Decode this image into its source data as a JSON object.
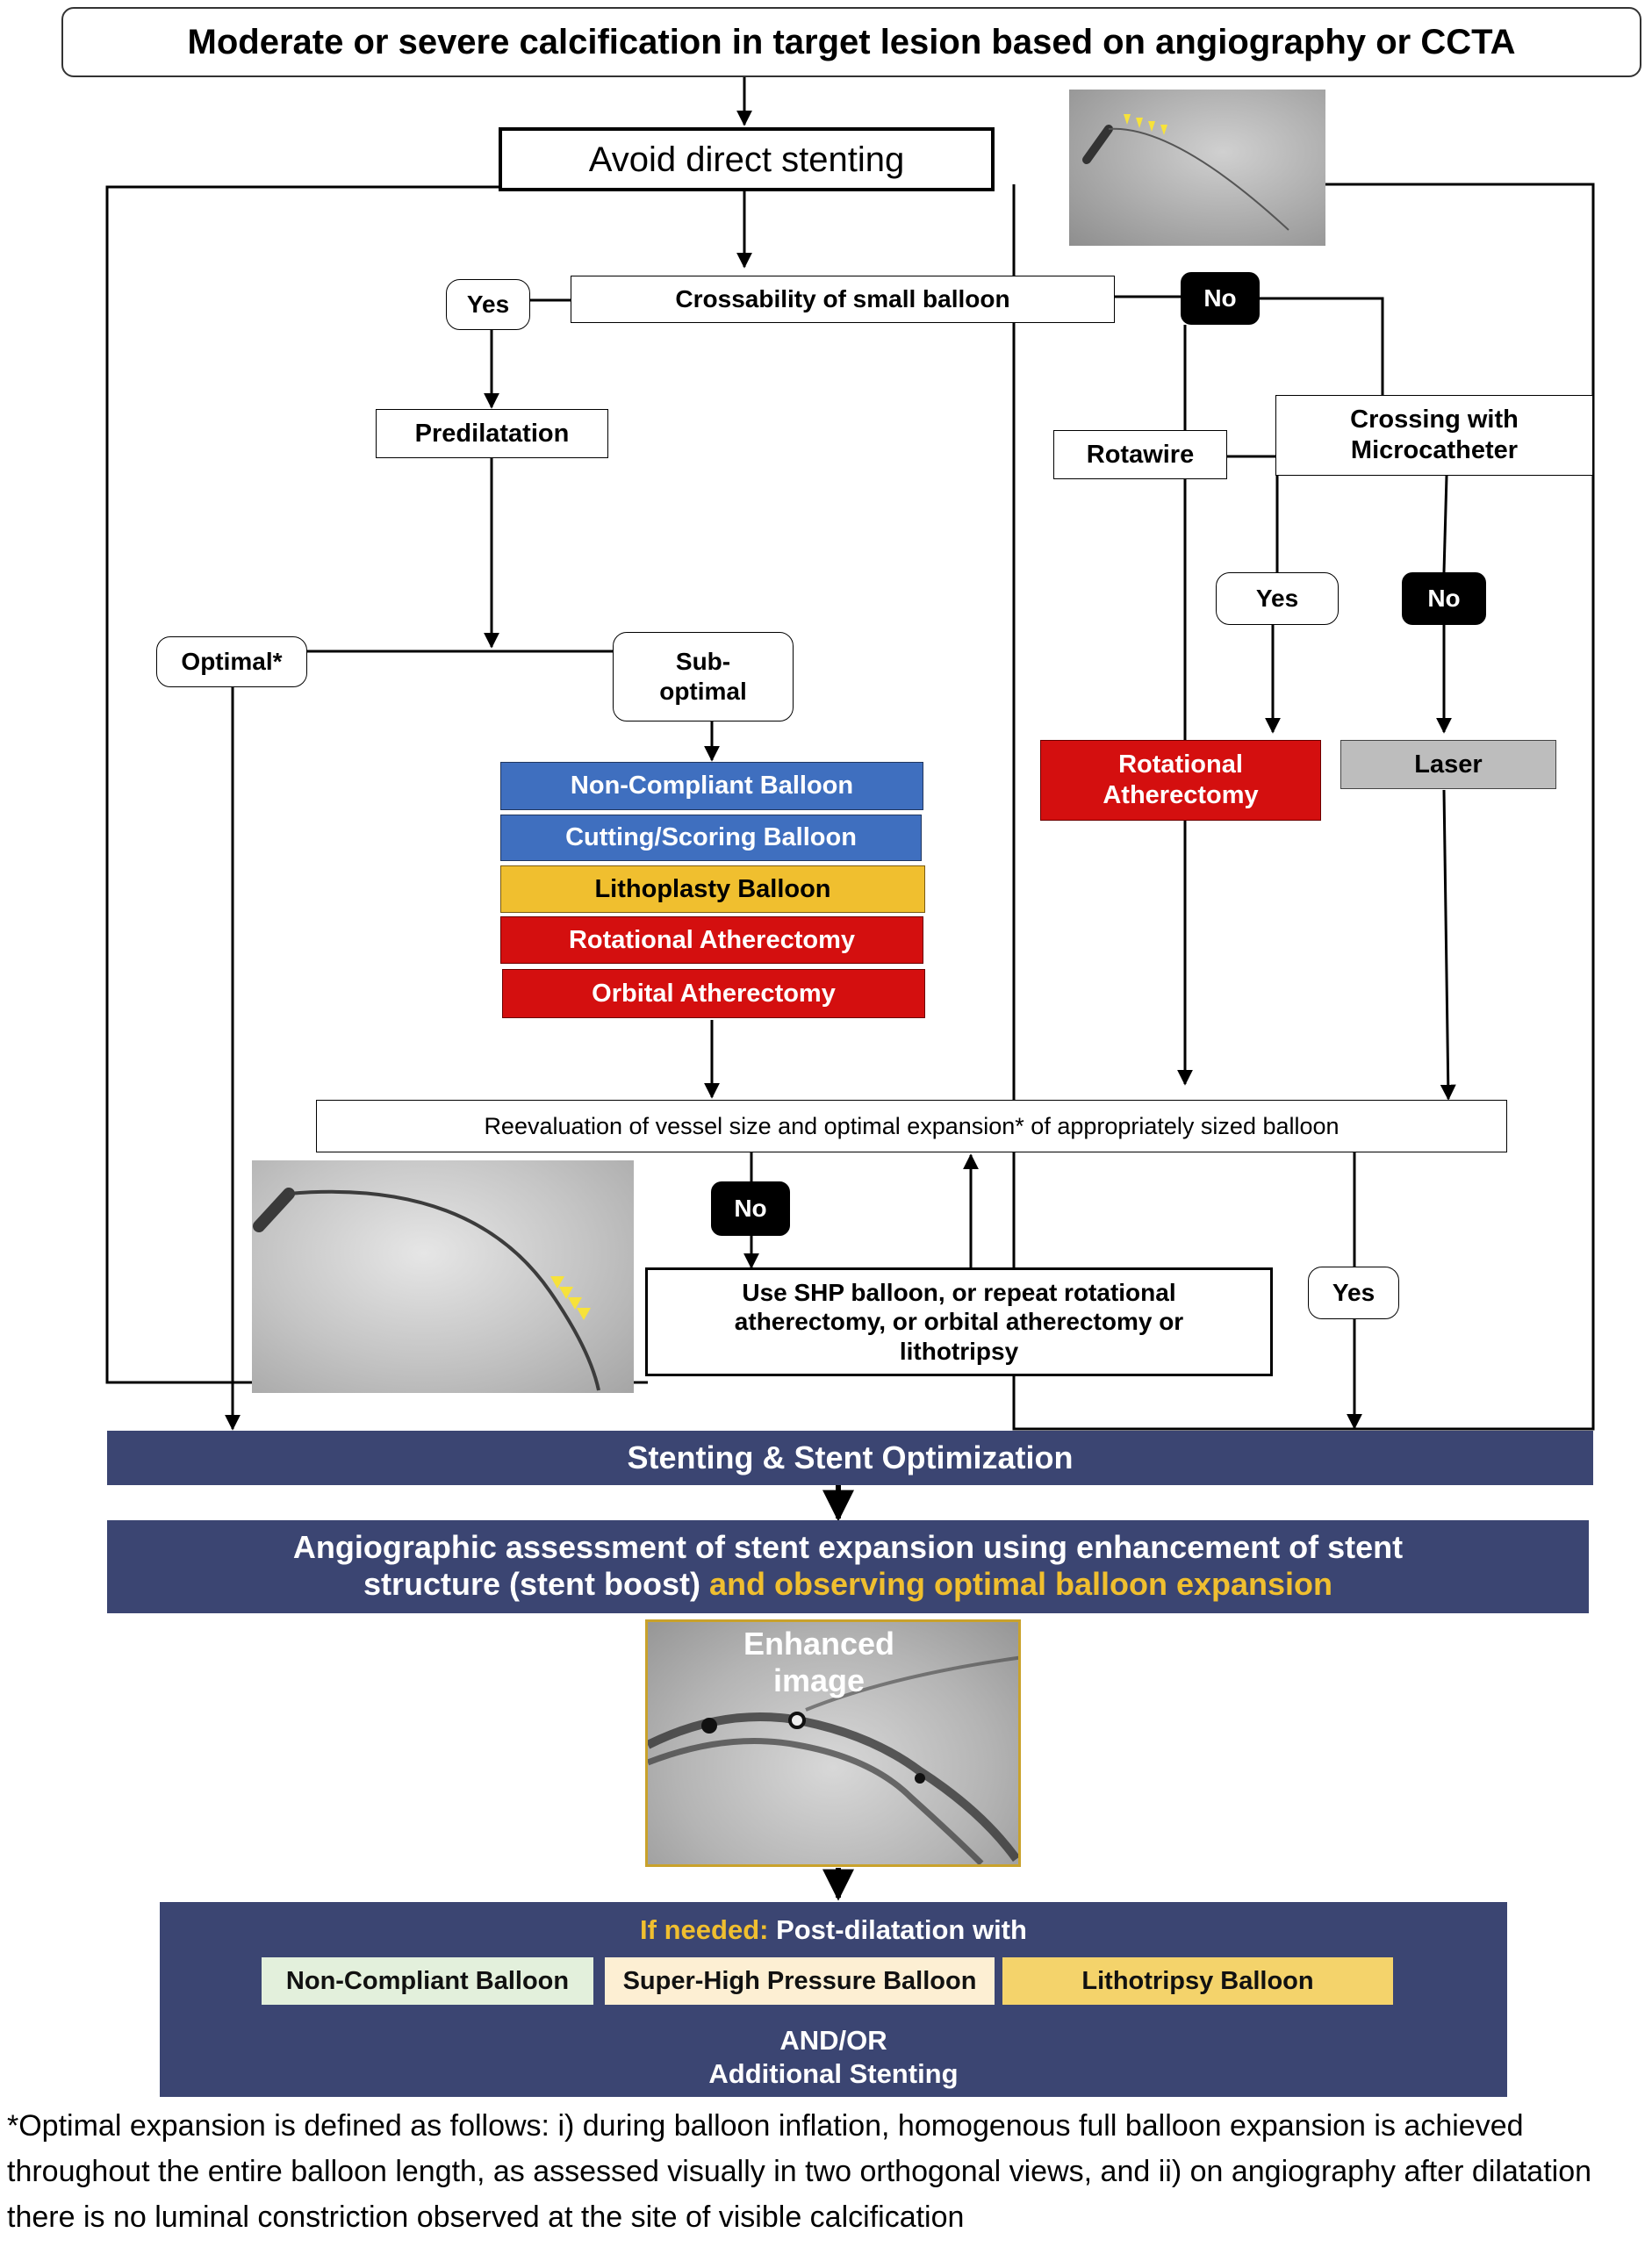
{
  "title": "Moderate or severe calcification in target lesion based on angiography or CCTA",
  "nodes": {
    "avoid": "Avoid direct stenting",
    "crossability": "Crossability of small balloon",
    "yes_left": "Yes",
    "no_right": "No",
    "predilatation": "Predilatation",
    "rotawire": "Rotawire",
    "microcatheter": "Crossing with Microcatheter",
    "yes_micro": "Yes",
    "no_micro": "No",
    "optimal": "Optimal*",
    "suboptimal": "Sub-optimal",
    "rot_ather_right": "Rotational Atherectomy",
    "laser": "Laser",
    "reevaluation": "Reevaluation of vessel size and optimal expansion* of appropriately sized balloon",
    "no_reeval": "No",
    "yes_reeval": "Yes",
    "shp": "Use SHP balloon, or repeat rotational atherectomy, or orbital atherectomy or lithotripsy"
  },
  "options": [
    {
      "label": "Non-Compliant Balloon",
      "color": "#3f6fbf"
    },
    {
      "label": "Cutting/Scoring Balloon",
      "color": "#3f6fbf"
    },
    {
      "label": "Lithoplasty Balloon",
      "color": "#f0bf2f"
    },
    {
      "label": "Rotational Atherectomy",
      "color": "#d40f0f"
    },
    {
      "label": "Orbital Atherectomy",
      "color": "#d40f0f"
    }
  ],
  "stenting": "Stenting & Stent Optimization",
  "assessment": {
    "part1": "Angiographic assessment of stent expansion using enhancement of stent structure (stent boost) ",
    "part2": "and observing optimal balloon expansion",
    "highlight_color": "#f0bf2f"
  },
  "enhanced_label": "Enhanced image",
  "post": {
    "if_needed": "If needed:",
    "heading": " Post-dilatation with",
    "balloons": [
      {
        "label": "Non-Compliant Balloon",
        "color": "#e3f0dc"
      },
      {
        "label": "Super-High Pressure Balloon",
        "color": "#fdefd3"
      },
      {
        "label": "Lithotripsy Balloon",
        "color": "#f4d36b"
      }
    ],
    "andor": "AND/OR",
    "additional": "Additional Stenting"
  },
  "footnote": "*Optimal expansion is defined as follows: i) during balloon inflation, homogenous full balloon expansion is achieved throughout the entire balloon length, as assessed visually in two orthogonal views, and ii) on angiography after dilatation there is no luminal constriction observed at the site of visible calcification",
  "colors": {
    "navy": "#3b4572",
    "blue": "#3f6fbf",
    "red": "#d40f0f",
    "amber": "#f0bf2f",
    "grey": "#bdbdbd"
  }
}
